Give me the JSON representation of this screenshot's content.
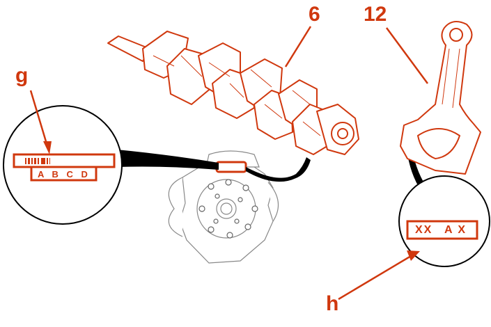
{
  "callouts": {
    "crankshaft": "6",
    "connecting_rod": "12",
    "crank_mark": "g",
    "rod_mark": "h"
  },
  "marks": {
    "crankshaft_code": "A B C D",
    "rod_code_left": "XX",
    "rod_code_right": "A X"
  },
  "colors": {
    "accent": "#d0380e",
    "line": "#000000"
  }
}
